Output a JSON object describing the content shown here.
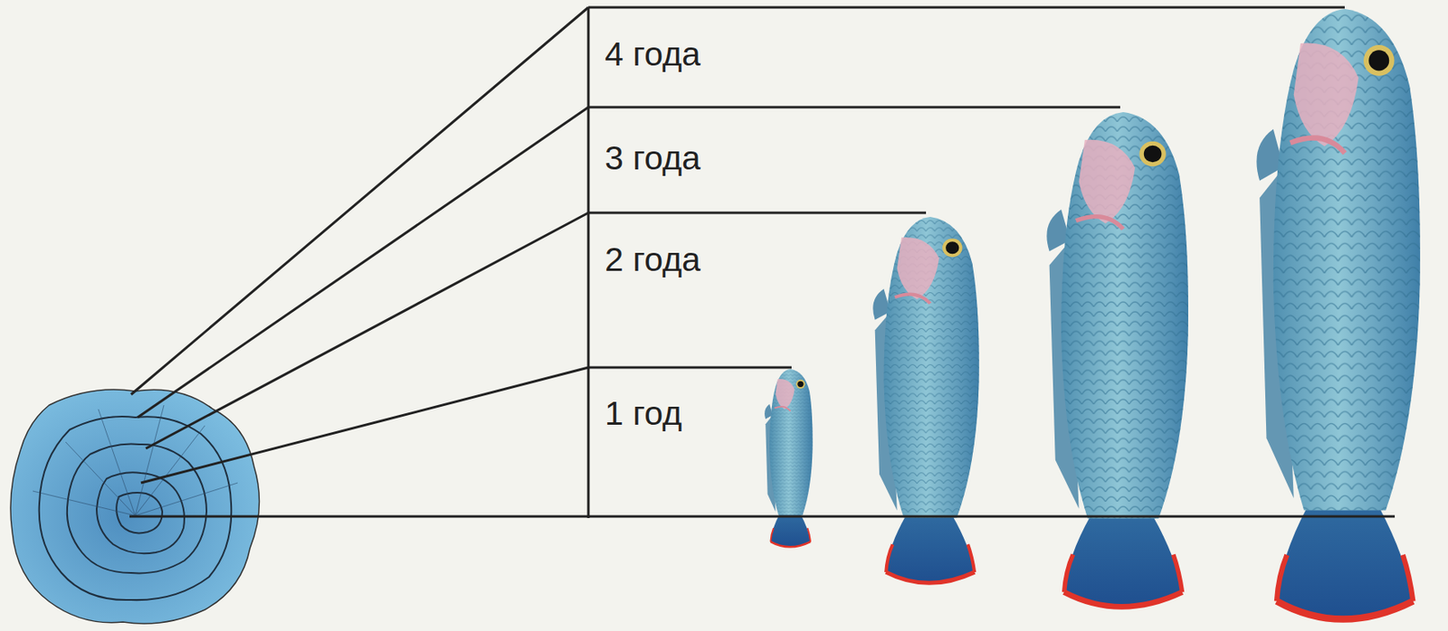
{
  "diagram": {
    "labels": [
      "4 года",
      "3 года",
      "2 года",
      "1 год"
    ]
  }
}
